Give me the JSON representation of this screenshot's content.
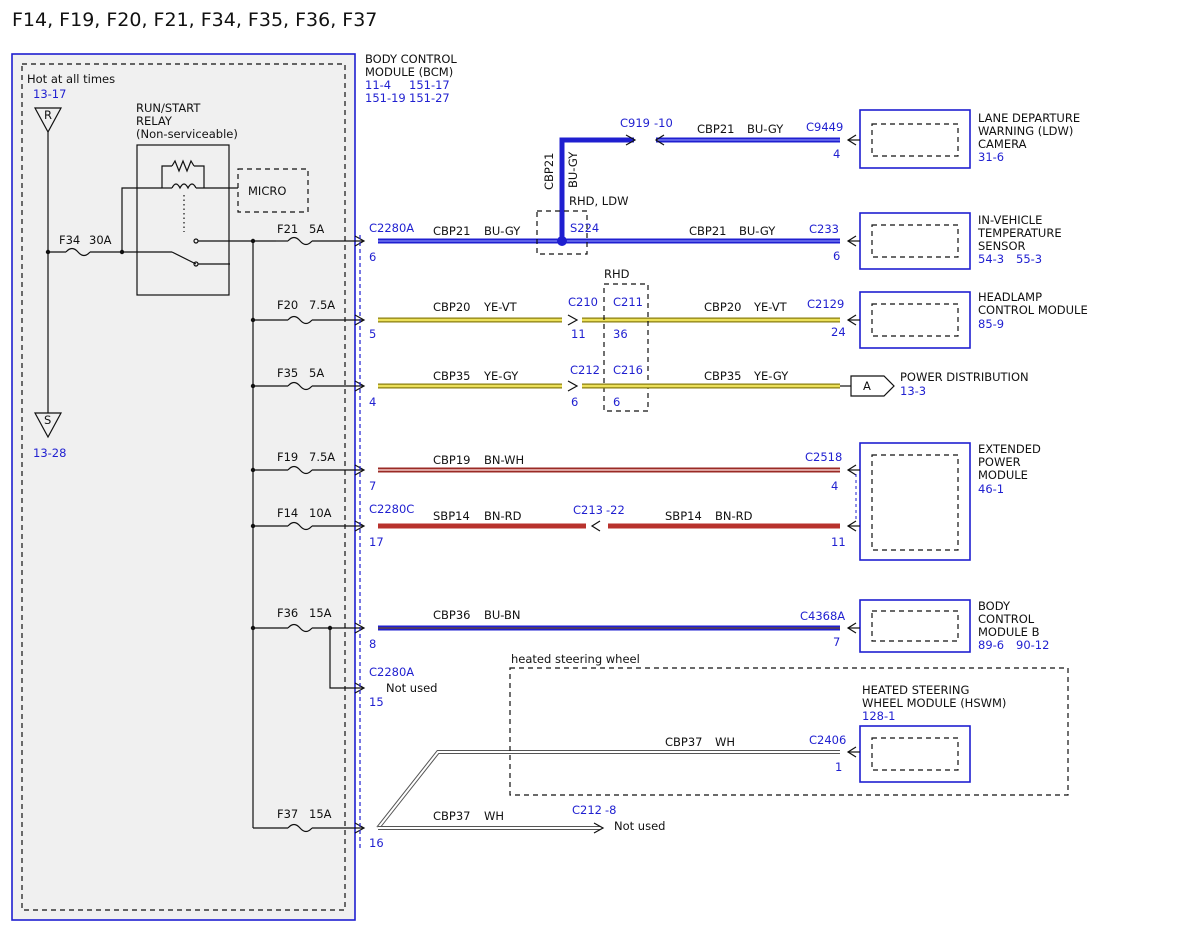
{
  "title": "F14, F19, F20, F21, F34, F35, F36, F37",
  "colors": {
    "blue": "#1f1fd0",
    "yellow": "#e6d83a",
    "red": "#b8322d",
    "white": "#ffffff",
    "panel": "#f0f0f0"
  },
  "fuse_box": {
    "hot_label": "Hot at all times",
    "hot_ref": "13-17",
    "R": "R",
    "S": "S",
    "S_ref": "13-28",
    "relay": [
      "RUN/START",
      "RELAY",
      "(Non-serviceable)"
    ],
    "micro": "MICRO",
    "f34": "F34",
    "f34_amp": "30A"
  },
  "bcm": {
    "lines": [
      "BODY CONTROL",
      "MODULE (BCM)"
    ],
    "refs1": "11-4",
    "refs2": "151-17",
    "refs3": "151-19",
    "refs4": "151-27"
  },
  "fuses": [
    {
      "name": "F21",
      "amp": "5A"
    },
    {
      "name": "F20",
      "amp": "7.5A"
    },
    {
      "name": "F35",
      "amp": "5A"
    },
    {
      "name": "F19",
      "amp": "7.5A"
    },
    {
      "name": "F14",
      "amp": "10A"
    },
    {
      "name": "F36",
      "amp": "15A"
    },
    {
      "name": "F37",
      "amp": "15A"
    }
  ],
  "pins": {
    "c2280a_1": "C2280A",
    "p6": "6",
    "p5": "5",
    "p4": "4",
    "p7": "7",
    "c2280c": "C2280C",
    "p17": "17",
    "p8": "8",
    "c2280a_2": "C2280A",
    "p15": "15",
    "not_used_1": "Not used",
    "p16": "16"
  },
  "wires": {
    "cbp21": "CBP21",
    "bugy": "BU-GY",
    "cbp20": "CBP20",
    "yevt": "YE-VT",
    "cbp35": "CBP35",
    "yegy": "YE-GY",
    "cbp19": "CBP19",
    "bnwh": "BN-WH",
    "sbp14": "SBP14",
    "bnrd": "BN-RD",
    "cbp36": "CBP36",
    "bubn": "BU-BN",
    "cbp37": "CBP37",
    "wh": "WH"
  },
  "connectors": {
    "c919": "C919",
    "c919_pin": "-10",
    "c9449": "C9449",
    "c9449_pin": "4",
    "rhd_ldw": "RHD, LDW",
    "s224": "S224",
    "c233": "C233",
    "c233_pin": "6",
    "rhd": "RHD",
    "c210": "C210",
    "c210_pin": "11",
    "c211": "C211",
    "c211_pin": "36",
    "c2129": "C2129",
    "c2129_pin": "24",
    "c212": "C212",
    "c212_pin": "6",
    "c216": "C216",
    "c216_pin": "6",
    "c2518": "C2518",
    "c2518_pin": "4",
    "c213": "C213",
    "c213_pin": "-22",
    "ext_pin": "11",
    "c4368a": "C4368A",
    "c4368a_pin": "7",
    "c2406": "C2406",
    "c2406_pin": "1",
    "c212b": "C212",
    "c212b_pin": "-8",
    "not_used_2": "Not used",
    "a": "A"
  },
  "modules": {
    "ldw": [
      "LANE DEPARTURE",
      "WARNING (LDW)",
      "CAMERA"
    ],
    "ldw_ref": "31-6",
    "temp": [
      "IN-VEHICLE",
      "TEMPERATURE",
      "SENSOR"
    ],
    "temp_ref1": "54-3",
    "temp_ref2": "55-3",
    "headlamp": [
      "HEADLAMP",
      "CONTROL MODULE"
    ],
    "headlamp_ref": "85-9",
    "power": "POWER DISTRIBUTION",
    "power_ref": "13-3",
    "epm": [
      "EXTENDED",
      "POWER",
      "MODULE"
    ],
    "epm_ref": "46-1",
    "bcmb": [
      "BODY",
      "CONTROL",
      "MODULE B"
    ],
    "bcmb_ref1": "89-6",
    "bcmb_ref2": "90-12",
    "hsw_label": "heated steering wheel",
    "hswm": [
      "HEATED STEERING",
      "WHEEL MODULE (HSWM)"
    ],
    "hswm_ref": "128-1"
  }
}
